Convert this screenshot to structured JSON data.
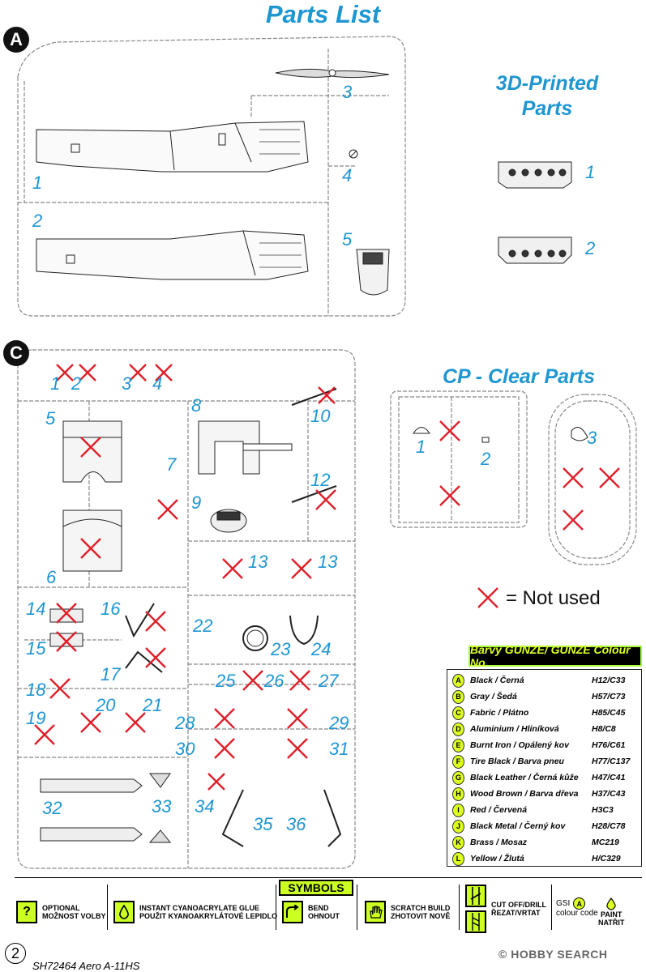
{
  "title": "Parts List",
  "sections": {
    "a_label": "A",
    "c_label": "C"
  },
  "printed_parts": {
    "title_line1": "3D-Printed",
    "title_line2": "Parts",
    "items": [
      "1",
      "2"
    ]
  },
  "clear_parts": {
    "title": "CP - Clear Parts",
    "items": [
      "1",
      "2",
      "3"
    ]
  },
  "sprue_a": {
    "numbers": [
      "1",
      "2",
      "3",
      "4",
      "5"
    ]
  },
  "sprue_c": {
    "numbers": [
      "1",
      "2",
      "3",
      "4",
      "5",
      "6",
      "7",
      "8",
      "9",
      "10",
      "12",
      "13",
      "13",
      "14",
      "15",
      "16",
      "17",
      "18",
      "19",
      "20",
      "21",
      "22",
      "23",
      "24",
      "25",
      "26",
      "27",
      "28",
      "29",
      "30",
      "31",
      "32",
      "33",
      "34",
      "35",
      "36"
    ]
  },
  "legend": {
    "not_used": "= Not used"
  },
  "colour_table": {
    "title": "Barvy GUNZE/ GUNZE Colour No.",
    "rows": [
      {
        "letter": "A",
        "name": "Black / Černá",
        "code": "H12/C33"
      },
      {
        "letter": "B",
        "name": "Gray / Šedá",
        "code": "H57/C73"
      },
      {
        "letter": "C",
        "name": "Fabric / Plátno",
        "code": "H85/C45"
      },
      {
        "letter": "D",
        "name": "Aluminium / Hliníková",
        "code": "H8/C8"
      },
      {
        "letter": "E",
        "name": "Burnt Iron / Opálený kov",
        "code": "H76/C61"
      },
      {
        "letter": "F",
        "name": "Tire Black / Barva pneu",
        "code": "H77/C137"
      },
      {
        "letter": "G",
        "name": "Black Leather / Černá kůže",
        "code": "H47/C41"
      },
      {
        "letter": "H",
        "name": "Wood Brown / Barva dřeva",
        "code": "H37/C43"
      },
      {
        "letter": "I",
        "name": "Red / Červená",
        "code": "H3C3"
      },
      {
        "letter": "J",
        "name": "Black Metal / Černý kov",
        "code": "H28/C78"
      },
      {
        "letter": "K",
        "name": "Brass / Mosaz",
        "code": "MC219"
      },
      {
        "letter": "L",
        "name": "Yellow / Žlutá",
        "code": "H/C329"
      }
    ]
  },
  "symbols": {
    "title": "SYMBOLS",
    "optional": {
      "icon": "?",
      "line1": "OPTIONAL",
      "line2": "MOŽNOST VOLBY"
    },
    "glue": {
      "line1": "INSTANT CYANOACRYLATE GLUE",
      "line2": "POUŽIT KYANOAKRYLÁTOVÉ LEPIDLO"
    },
    "bend": {
      "line1": "BEND",
      "line2": "OHNOUT"
    },
    "scratch": {
      "line1": "SCRATCH BUILD",
      "line2": "ZHOTOVIT NOVĚ"
    },
    "cut": {
      "line1": "CUT OFF/DRILL",
      "line2": "ŘEZAT/VRTAT"
    },
    "gsi": {
      "line1": "GSI",
      "letter": "A",
      "line2": "colour code"
    },
    "paint": {
      "line1": "PAINT",
      "line2": "NATŘIT"
    }
  },
  "footer": {
    "page_number": "2",
    "product": "SH72464 Aero A-11HS",
    "watermark": "© HOBBY SEARCH"
  },
  "colors": {
    "accent_blue": "#1e96d2",
    "not_used_red": "#e0202a",
    "highlight_yellow": "#ccff22"
  }
}
